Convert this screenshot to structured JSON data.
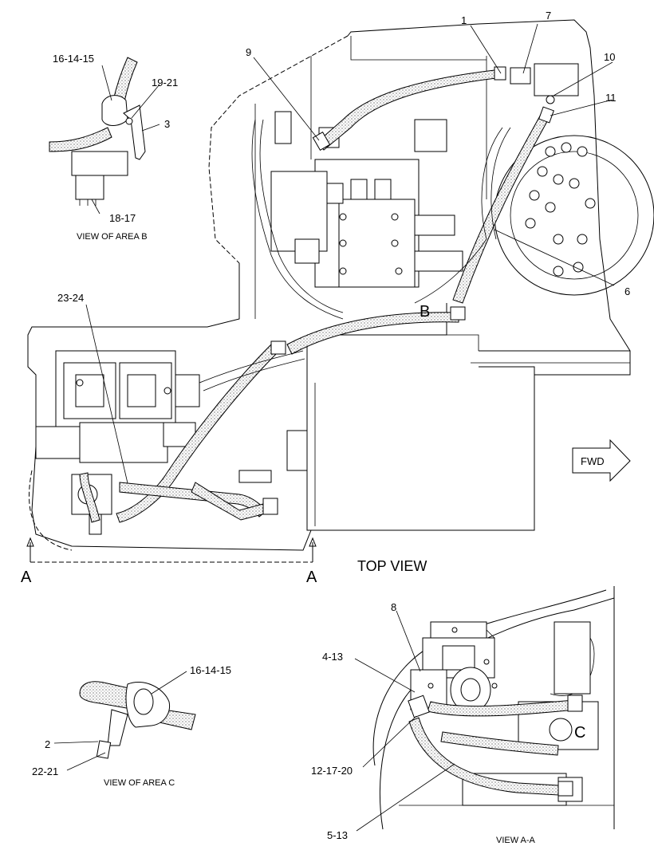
{
  "callouts": {
    "c1": "1",
    "c7": "7",
    "c9": "9",
    "c10": "10",
    "c11": "11",
    "c6": "6",
    "c23_24": "23-24",
    "c16_14_15_b": "16-14-15",
    "c19_21": "19-21",
    "c3": "3",
    "c18_17": "18-17",
    "c8": "8",
    "c4_13": "4-13",
    "c12_17_20": "12-17-20",
    "c5_13": "5-13",
    "c16_14_15_c": "16-14-15",
    "c2": "2",
    "c22_21": "22-21"
  },
  "markers": {
    "B": "B",
    "C": "C",
    "A_left": "A",
    "A_right": "A"
  },
  "views": {
    "area_b": "VIEW OF AREA B",
    "area_c": "VIEW OF AREA C",
    "top": "TOP VIEW",
    "a_a": "VIEW A-A"
  },
  "fwd": "FWD"
}
